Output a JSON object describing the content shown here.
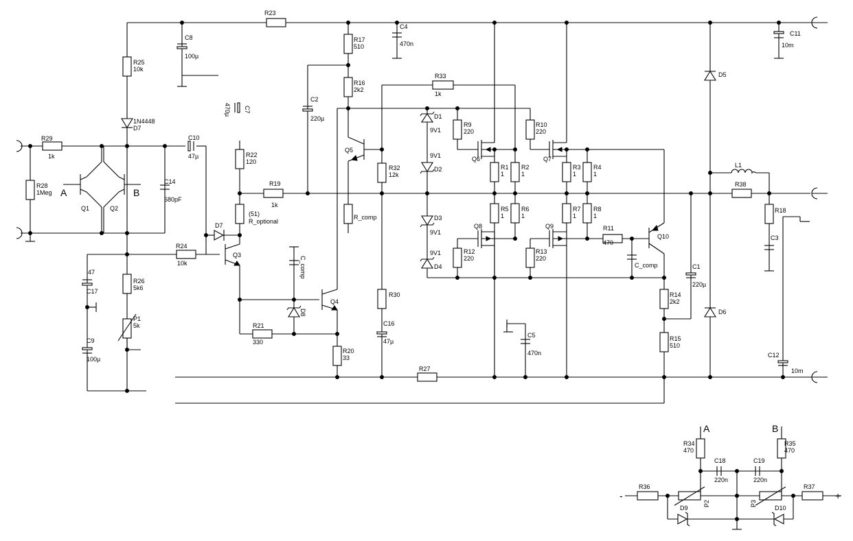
{
  "comp": {
    "R23": "R23",
    "C8": "C8",
    "C8v": "100µ",
    "R25": "R25",
    "R25v": "10k",
    "D7a": "1N4448",
    "D7b": "D7",
    "C7": "C7",
    "C7v": "470µ",
    "R17": "R17",
    "R17v": "510",
    "C4": "C4",
    "C4v": "470n",
    "R16": "R16",
    "R16v": "2k2",
    "C2": "C2",
    "C2v": "220µ",
    "R33": "R33",
    "R33v": "1k",
    "C11": "C11",
    "C11v": "10m",
    "D5": "D5",
    "R29": "R29",
    "R29v": "1k",
    "R28": "R28",
    "R28v": "1Meg",
    "Q1": "Q1",
    "Q2": "Q2",
    "A": "A",
    "B": "B",
    "C14": "C14",
    "C14v": "680pF",
    "C10": "C10",
    "C10v": "47µ",
    "R22": "R22",
    "R22v": "120",
    "R19": "R19",
    "R19v": "1k",
    "Rop1": "(51)",
    "Rop2": "R_optional",
    "D7c": "D7",
    "Q3": "Q3",
    "R24": "R24",
    "R24v": "10k",
    "Q5": "Q5",
    "R32": "R32",
    "R32v": "12k",
    "Rcomp": "R_comp",
    "D1": "D1",
    "D1v": "9V1",
    "D2": "D2",
    "D2v": "9V1",
    "D3": "D3",
    "D3v": "9V1",
    "D4": "D4",
    "D4v": "9V1",
    "R9": "R9",
    "R9v": "220",
    "Q6": "Q6",
    "R1": "R1",
    "R1v": "1",
    "R2": "R2",
    "R2v": "1",
    "R10": "R10",
    "R10v": "220",
    "Q7": "Q7",
    "R3": "R3",
    "R3v": "1",
    "R4": "R4",
    "R4v": "1",
    "L1": "L1",
    "R38": "R38",
    "R18": "R18",
    "C3": "C3",
    "R5": "R5",
    "R5v": "1",
    "R6": "R6",
    "R6v": "1",
    "R7": "R7",
    "R7v": "1",
    "R8": "R8",
    "R8v": "1",
    "Q8": "Q8",
    "Q9": "Q9",
    "R12": "R12",
    "R12v": "220",
    "R13": "R13",
    "R13v": "220",
    "R11": "R11",
    "R11v": "470",
    "Q10": "Q10",
    "Ccomp1": "C_comp",
    "Ccomp2": "C_comp",
    "C17a": "47",
    "C17": "C17",
    "C9": "C9",
    "C9v": "100µ",
    "R26": "R26",
    "R26v": "5k6",
    "P1": "P1",
    "P1v": "5k",
    "D8": "D8",
    "Q4": "Q4",
    "R21": "R21",
    "R21v": "330",
    "R20": "R20",
    "R20v": "33",
    "R30": "R30",
    "C16": "C16",
    "C16v": "47µ",
    "C5": "C5",
    "C5v": "470n",
    "C1": "C1",
    "C1v": "220µ",
    "R14": "R14",
    "R14v": "2k2",
    "R15": "R15",
    "R15v": "510",
    "D6": "D6",
    "C12": "C12",
    "C12v": "10m",
    "R27": "R27",
    "A2": "A",
    "B2": "B",
    "R34": "R34",
    "R34v": "470",
    "R35": "R35",
    "R35v": "470",
    "C18": "C18",
    "C18v": "220n",
    "C19": "C19",
    "C19v": "220n",
    "R36": "R36",
    "R37": "R37",
    "P2": "P2",
    "P3": "P3",
    "D9": "D9",
    "D10": "D10",
    "minus": "-",
    "plus": "+"
  }
}
